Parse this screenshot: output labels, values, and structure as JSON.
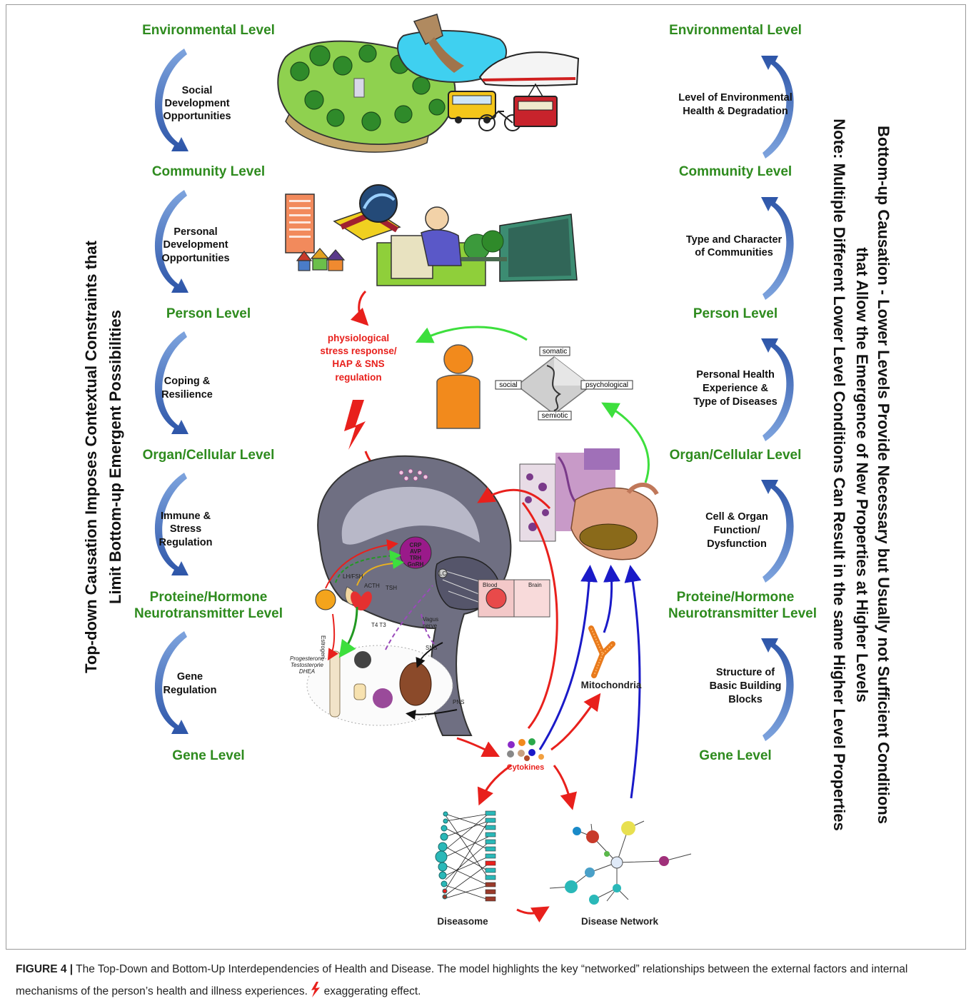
{
  "left_levels": [
    "Environmental Level",
    "Community Level",
    "Person Level",
    "Organ/Cellular Level",
    "Proteine/Hormone",
    "Neurotransmitter Level",
    "Gene Level"
  ],
  "left_transitions": [
    [
      "Social",
      "Development",
      "Opportunities"
    ],
    [
      "Personal",
      "Development",
      "Opportunities"
    ],
    [
      "Coping &",
      "Resilience"
    ],
    [
      "Immune &",
      "Stress",
      "Regulation"
    ],
    [
      "Gene",
      "Regulation"
    ]
  ],
  "right_levels": [
    "Environmental Level",
    "Community Level",
    "Person Level",
    "Organ/Cellular Level",
    "Proteine/Hormone",
    "Neurotransmitter Level",
    "Gene Level"
  ],
  "right_transitions": [
    [
      "Level of Environmental",
      "Health & Degradation"
    ],
    [
      "Type and Character",
      "of Communities"
    ],
    [
      "Personal Health",
      "Experience &",
      "Type of Diseases"
    ],
    [
      "Cell & Organ",
      "Function/",
      "Dysfunction"
    ],
    [
      "Structure of",
      "Basic Building",
      "Blocks"
    ]
  ],
  "left_vertical_text": [
    "Top-down Causation Imposes Contextual Constraints that",
    "Limit Bottom-up Emergent Possibilities"
  ],
  "right_vertical_text": [
    "Bottom-up Causation - Lower Levels Provide Necessary but Usually not Sufficient Conditions",
    "that Allow the Emergence of New Properties at Higher Levels",
    "Note: Multiple Different Lower Level Conditions Can Result in the same Higher Level Properties"
  ],
  "stress_label": [
    "physiological",
    "stress response/",
    "HAP & SNS",
    "regulation"
  ],
  "diamond_labels": {
    "top": "somatic",
    "left": "social",
    "right": "psychological",
    "bottom": "semiotic"
  },
  "mitochondria_label": "Mitochondria",
  "cytokines_label": "Cytokines",
  "diseasome_label": "Diseasome",
  "disease_network_label": "Disease Network",
  "brain_labels": {
    "hypothalamus": [
      "CRP",
      "AVP",
      "TRH",
      "GnRH"
    ],
    "lh_fsh": "LH/FSH",
    "acth": "ACTH",
    "tsh": "TSH",
    "t4t3": "T4 T3",
    "estrogen": "Estrogen",
    "progesterone": [
      "Progesterone",
      "Testosterone",
      "DHEA"
    ],
    "vagus": [
      "Vagus",
      "nerve"
    ],
    "sns": "SNS",
    "pns": "PNS",
    "lc": "LC",
    "blood": "Blood",
    "brain": "Brain"
  },
  "caption": {
    "figure_label": "FIGURE 4 |",
    "text": " The Top-Down and Bottom-Up Interdependencies of Health and Disease. The model highlights the key “networked” relationships between the external factors and internal mechanisms of the person’s health and illness experiences. ",
    "legend_text": " exaggerating effect."
  },
  "colors": {
    "level_green": "#2e8b1e",
    "arrow_blue": "#3f66b5",
    "stress_red": "#e8201c",
    "feedback_green": "#3ddf3d",
    "network_blue": "#1a1ac8",
    "person_orange": "#f28a1c"
  }
}
